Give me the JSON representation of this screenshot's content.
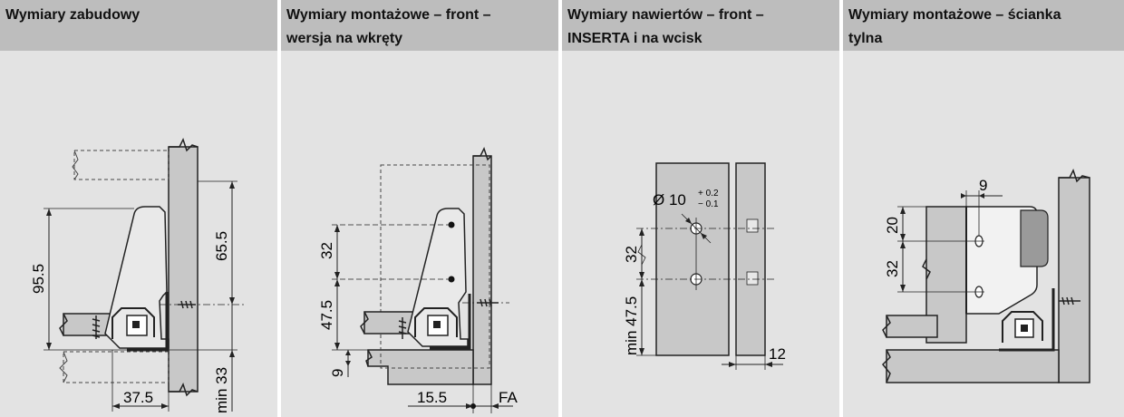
{
  "panels": [
    {
      "title_lines": [
        "Wymiary zabudowy",
        ""
      ],
      "dims": {
        "d1": "95.5",
        "d2": "65.5",
        "d3": "min 33",
        "d4": "37.5"
      }
    },
    {
      "title_lines": [
        "Wymiary montażowe – front –",
        "wersja na wkręty"
      ],
      "dims": {
        "d1": "32",
        "d2": "47.5",
        "d3": "9",
        "d4": "15.5",
        "d5": "FA"
      }
    },
    {
      "title_lines": [
        "Wymiary nawiertów – front –",
        "INSERTA i na wcisk"
      ],
      "dims": {
        "d1": "Ø 10",
        "d1_tol_upper": "+ 0.2",
        "d1_tol_lower": "− 0.1",
        "d2": "32",
        "d3": "min 47.5",
        "d4": "12"
      }
    },
    {
      "title_lines": [
        "Wymiary montażowe – ścianka",
        "tylna"
      ],
      "dims": {
        "d1": "9",
        "d2": "20",
        "d3": "32"
      }
    }
  ]
}
